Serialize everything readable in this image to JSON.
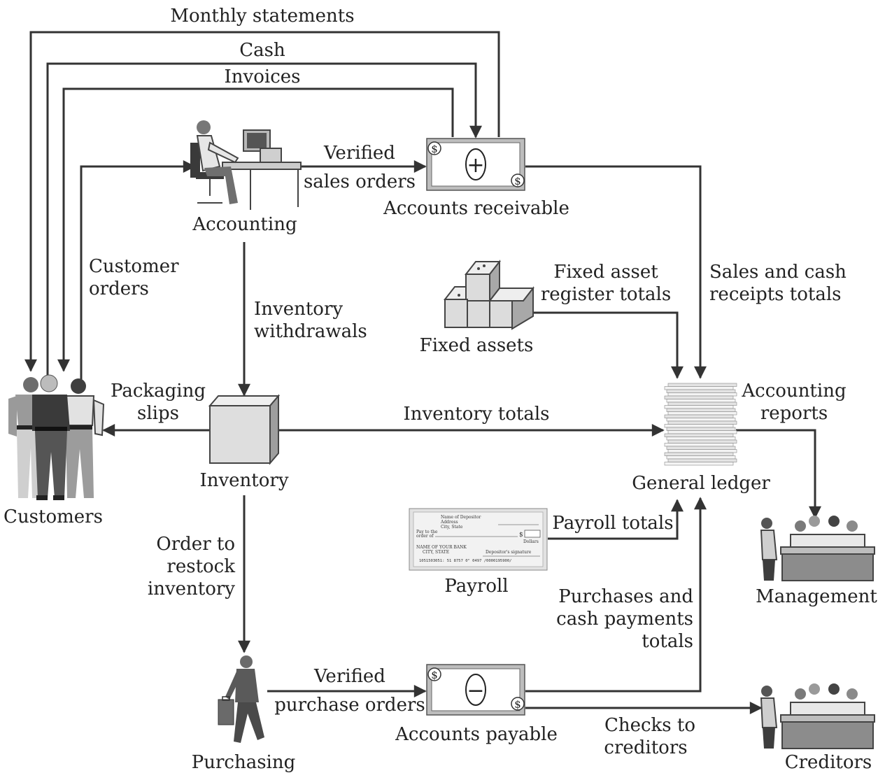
{
  "colors": {
    "line": "#333333",
    "text": "#222222",
    "figure_light": "#d9d9d9",
    "figure_mid": "#9a9a9a",
    "figure_dark": "#3a3a3a"
  },
  "nodes": {
    "customers": "Customers",
    "accounting": "Accounting",
    "accounts_receivable": "Accounts receivable",
    "fixed_assets": "Fixed assets",
    "inventory": "Inventory",
    "general_ledger": "General ledger",
    "payroll": "Payroll",
    "management": "Management",
    "purchasing": "Purchasing",
    "accounts_payable": "Accounts payable",
    "creditors": "Creditors"
  },
  "flows": {
    "monthly_statements": "Monthly statements",
    "cash": "Cash",
    "invoices": "Invoices",
    "verified_sales_1": "Verified",
    "verified_sales_2": "sales orders",
    "customer_orders_1": "Customer",
    "customer_orders_2": "orders",
    "inventory_withdrawals_1": "Inventory",
    "inventory_withdrawals_2": "withdrawals",
    "fixed_asset_totals_1": "Fixed asset",
    "fixed_asset_totals_2": "register totals",
    "sales_cash_totals_1": "Sales and cash",
    "sales_cash_totals_2": "receipts totals",
    "packaging_slips_1": "Packaging",
    "packaging_slips_2": "slips",
    "inventory_totals": "Inventory totals",
    "accounting_reports_1": "Accounting",
    "accounting_reports_2": "reports",
    "payroll_totals": "Payroll totals",
    "order_restock_1": "Order to",
    "order_restock_2": "restock",
    "order_restock_3": "inventory",
    "purchases_totals_1": "Purchases and",
    "purchases_totals_2": "cash payments",
    "purchases_totals_3": "totals",
    "verified_purchase_1": "Verified",
    "verified_purchase_2": "purchase orders",
    "checks_creditors_1": "Checks to",
    "checks_creditors_2": "creditors"
  },
  "symbols": {
    "receivable_sign": "+",
    "payable_sign": "−",
    "dollar": "$"
  },
  "check": {
    "depositor": "Name of Depositor",
    "address": "Address",
    "city_state": "City, State",
    "pay_to_1": "Pay to the",
    "pay_to_2": "order of",
    "dollars": "Dollars",
    "bank": "NAME OF YOUR BANK",
    "bank_city": "CITY, STATE",
    "signature": "Depositor's signature",
    "micr": "1051503051:  51 8757 0\"   0497        /0000195900/"
  }
}
